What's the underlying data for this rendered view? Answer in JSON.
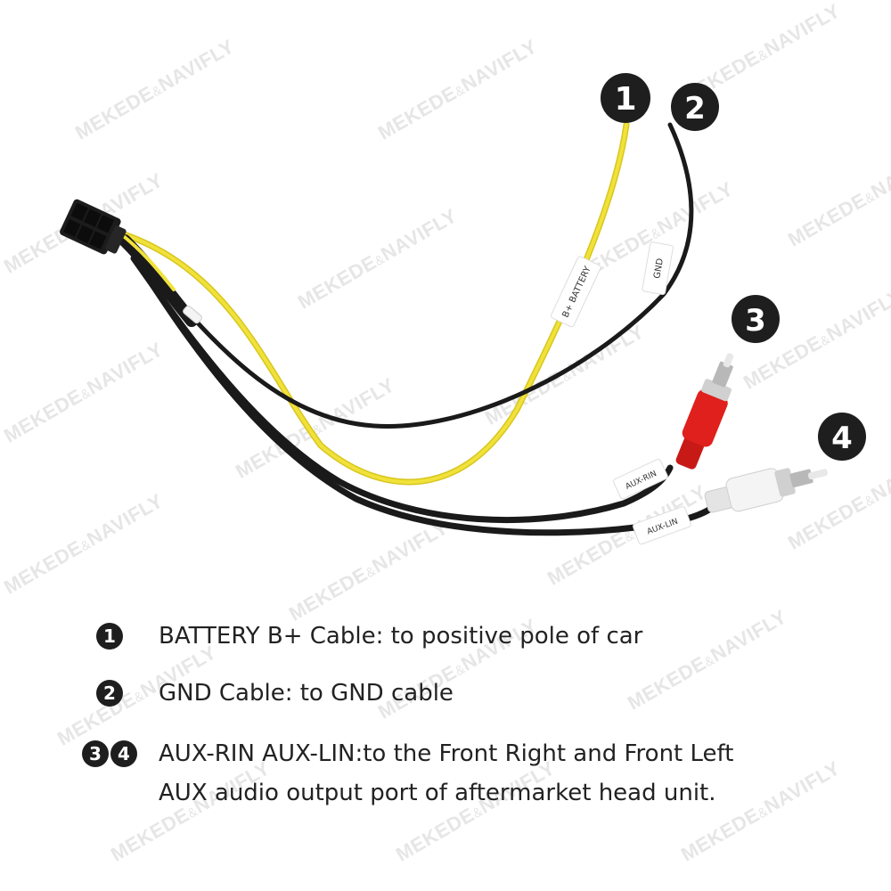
{
  "watermark": "MEKEDE&NAVIFLY",
  "watermark_main": "MEKEDE",
  "watermark_amp": "&",
  "watermark_tail": "NAVIFLY",
  "callouts": [
    {
      "number": "1"
    },
    {
      "number": "2"
    },
    {
      "number": "3"
    },
    {
      "number": "4"
    }
  ],
  "cable_labels": {
    "battery": "B+ BATTERY",
    "gnd": "GND",
    "aux_rin": "AUX-RIN",
    "aux_lin": "AUX-LIN"
  },
  "legend": {
    "item1": {
      "badge": "1",
      "text": "BATTERY B+ Cable: to positive pole of car"
    },
    "item2": {
      "badge": "2",
      "text": "GND Cable: to GND cable"
    },
    "item3": {
      "badges": [
        "3",
        "4"
      ],
      "line1": "AUX-RIN  AUX-LIN:to the Front Right and Front Left",
      "line2": "AUX audio output port of aftermarket head unit."
    }
  },
  "colors": {
    "background": "#ffffff",
    "yellow_wire": "#f0e23a",
    "black_wire": "#1a1a1a",
    "red_rca": "#e0201c",
    "white_rca": "#f2f2f2",
    "badge": "#1e1e1e",
    "watermark": "#e6e6e6",
    "text": "#222222"
  }
}
